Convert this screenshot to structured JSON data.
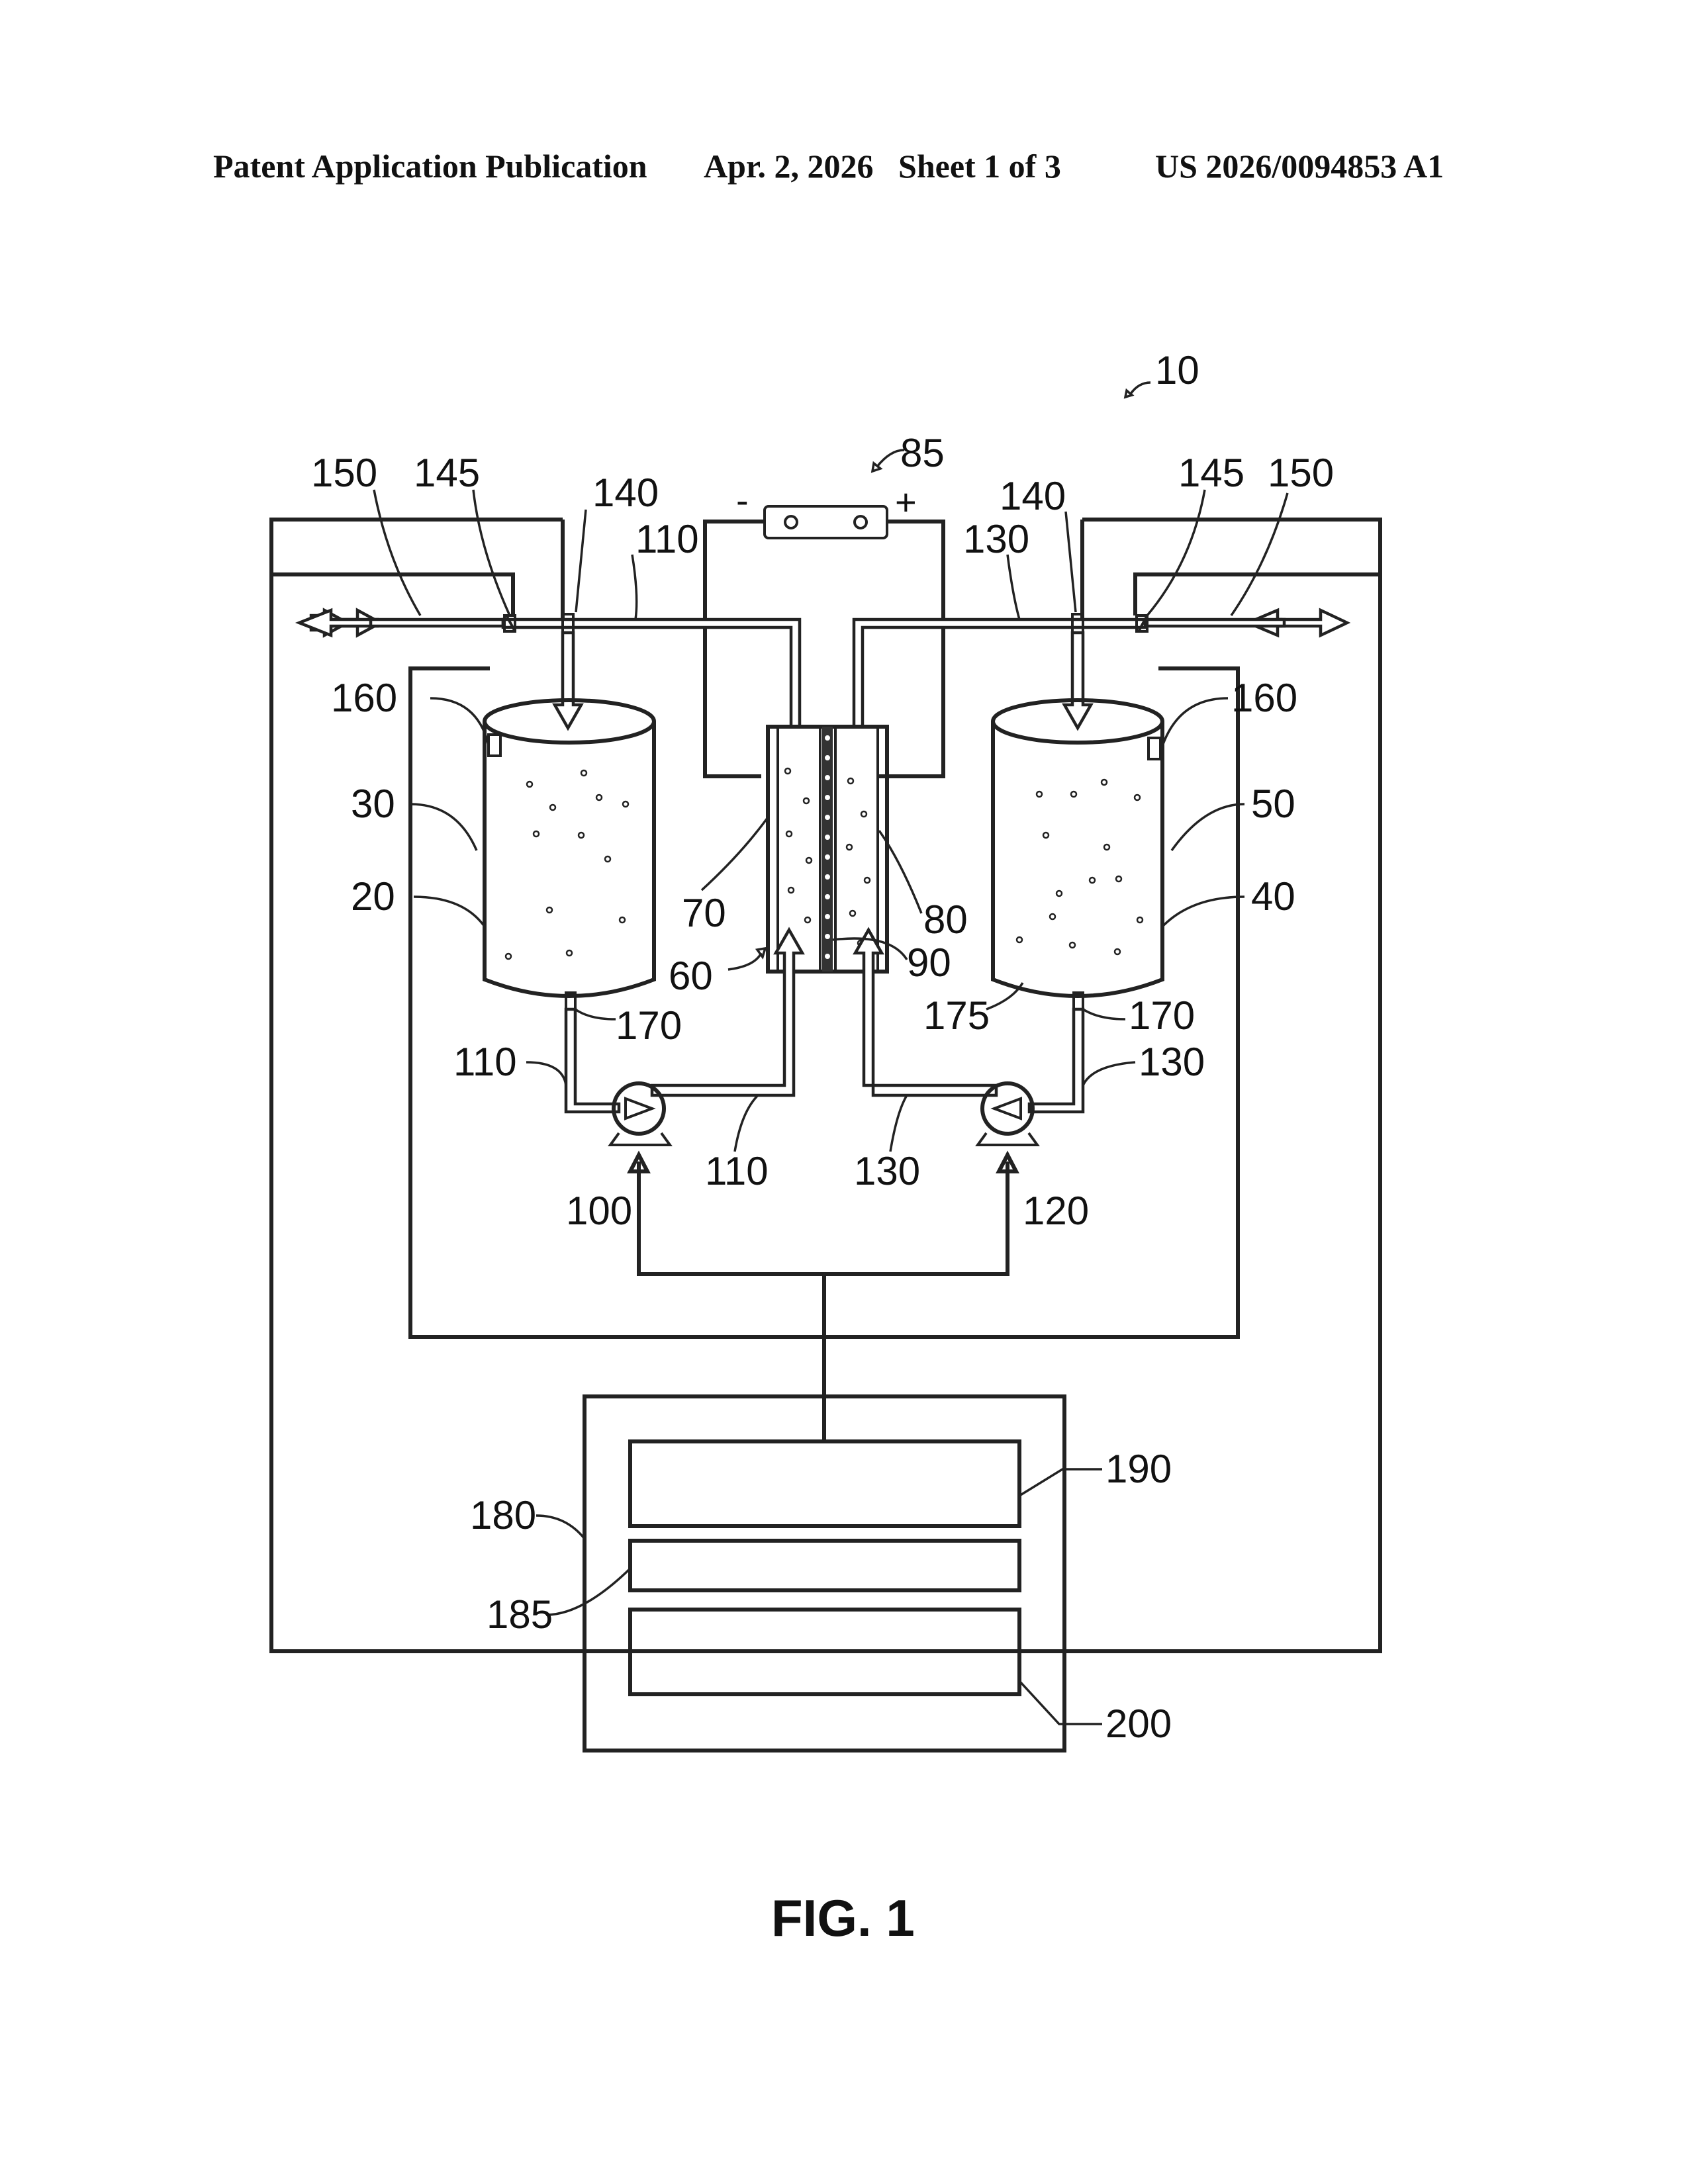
{
  "header": {
    "left": "Patent Application Publication",
    "date_sheet": "Apr. 2, 2026   Sheet 1 of 3",
    "number": "US 2026/0094853 A1"
  },
  "figure_label": "FIG. 1",
  "power_source": {
    "minus": "-",
    "plus": "+"
  },
  "refs": {
    "r10": "10",
    "r85": "85",
    "r150_left": "150",
    "r145_left": "145",
    "r140_left": "140",
    "r110_top": "110",
    "r130_top": "130",
    "r140_right": "140",
    "r145_right": "145",
    "r150_right": "150",
    "r160_left": "160",
    "r30": "30",
    "r20": "20",
    "r160_right": "160",
    "r50": "50",
    "r40": "40",
    "r70": "70",
    "r80": "80",
    "r60": "60",
    "r90": "90",
    "r170_left": "170",
    "r175": "175",
    "r170_right": "170",
    "r110_left": "110",
    "r110_bottom": "110",
    "r130_bottom": "130",
    "r130_right": "130",
    "r100": "100",
    "r120": "120",
    "r190": "190",
    "r180": "180",
    "r185": "185",
    "r200": "200"
  }
}
